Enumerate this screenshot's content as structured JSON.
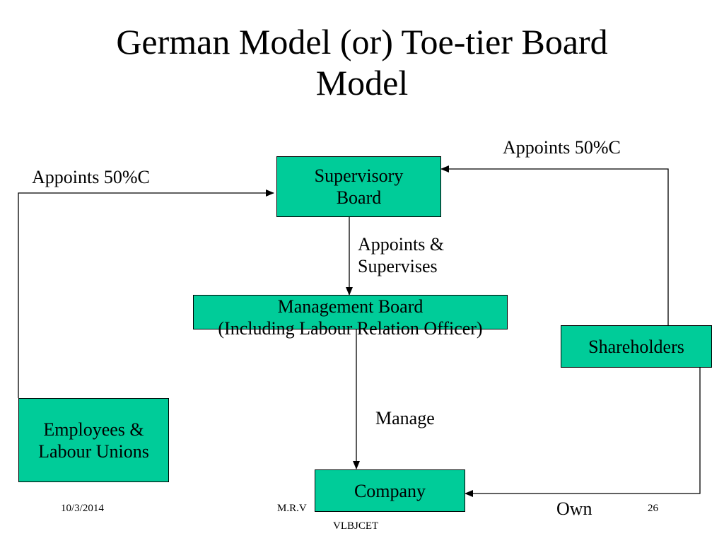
{
  "slide": {
    "title_line1": "German Model (or) Toe-tier Board",
    "title_line2": "Model"
  },
  "boxes": {
    "supervisory_line1": "Supervisory",
    "supervisory_line2": "Board",
    "management_line1": "Management Board",
    "management_line2": "(Including Labour Relation Officer)",
    "shareholders": "Shareholders",
    "employees_line1": "Employees &",
    "employees_line2": "Labour Unions",
    "company": "Company"
  },
  "labels": {
    "appoints_left": "Appoints 50%C",
    "appoints_right": "Appoints 50%C",
    "appoints_supervises_line1": "Appoints &",
    "appoints_supervises_line2": "Supervises",
    "manage": "Manage",
    "own": "Own"
  },
  "footer": {
    "date": "10/3/2014",
    "author_partial": "M.R.V",
    "institution": "VLBJCET",
    "page_number": "26"
  },
  "colors": {
    "box_fill": "#00cc99",
    "line": "#000000",
    "background": "#ffffff"
  }
}
